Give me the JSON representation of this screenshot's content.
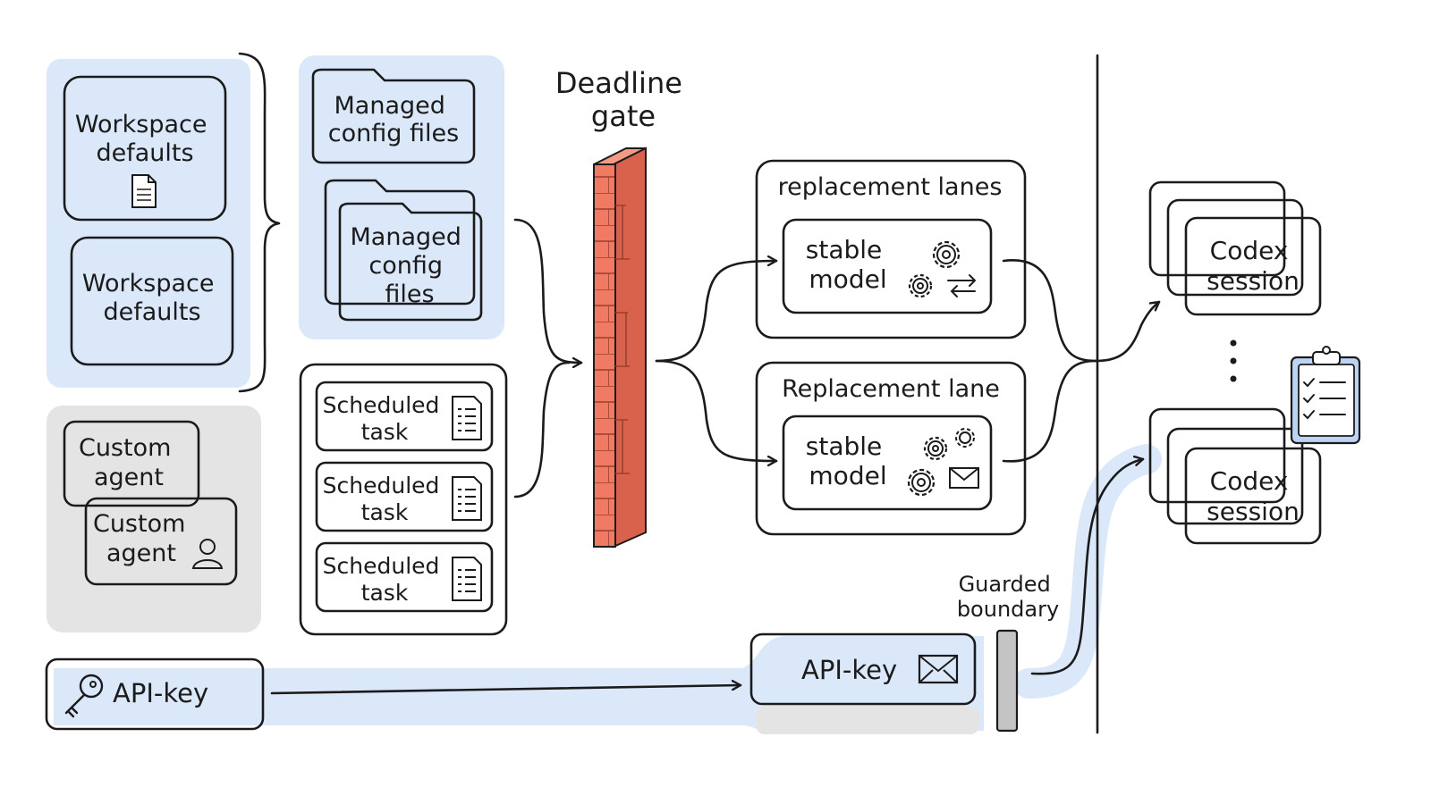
{
  "workspace_group": {
    "items": [
      "Workspace defaults",
      "Workspace defaults"
    ]
  },
  "managed_group": {
    "items": [
      "Managed config files",
      "Managed config files"
    ]
  },
  "custom_group": {
    "items": [
      "Custom agent",
      "Custom agent"
    ]
  },
  "scheduled_group": {
    "items": [
      "Scheduled task",
      "Scheduled task",
      "Scheduled task"
    ]
  },
  "gate": {
    "title": "Deadline gate"
  },
  "lanes": [
    {
      "title": "replacement lanes",
      "inner": "stable model"
    },
    {
      "title": "Replacement lane",
      "inner": "stable model"
    }
  ],
  "sessions": {
    "top": "Codex session",
    "bottom": "Codex session"
  },
  "api_key": {
    "source": "API-key",
    "target": "API-key"
  },
  "boundary": {
    "label": "Guarded boundary"
  },
  "colors": {
    "blue_fill": "#bcd3f3",
    "blue_bg": "#dbe8fa",
    "green_fill": "#c9e8c3",
    "salmon_fill": "#f8b89c",
    "gray_bg": "#e4e4e4",
    "brick": "#f07a62"
  },
  "icons": [
    "document-icon",
    "folder-icon",
    "person-icon",
    "checklist-icon",
    "gear-icon",
    "transfer-icon",
    "mail-icon",
    "key-icon",
    "clipboard-icon",
    "brick-wall-icon"
  ]
}
